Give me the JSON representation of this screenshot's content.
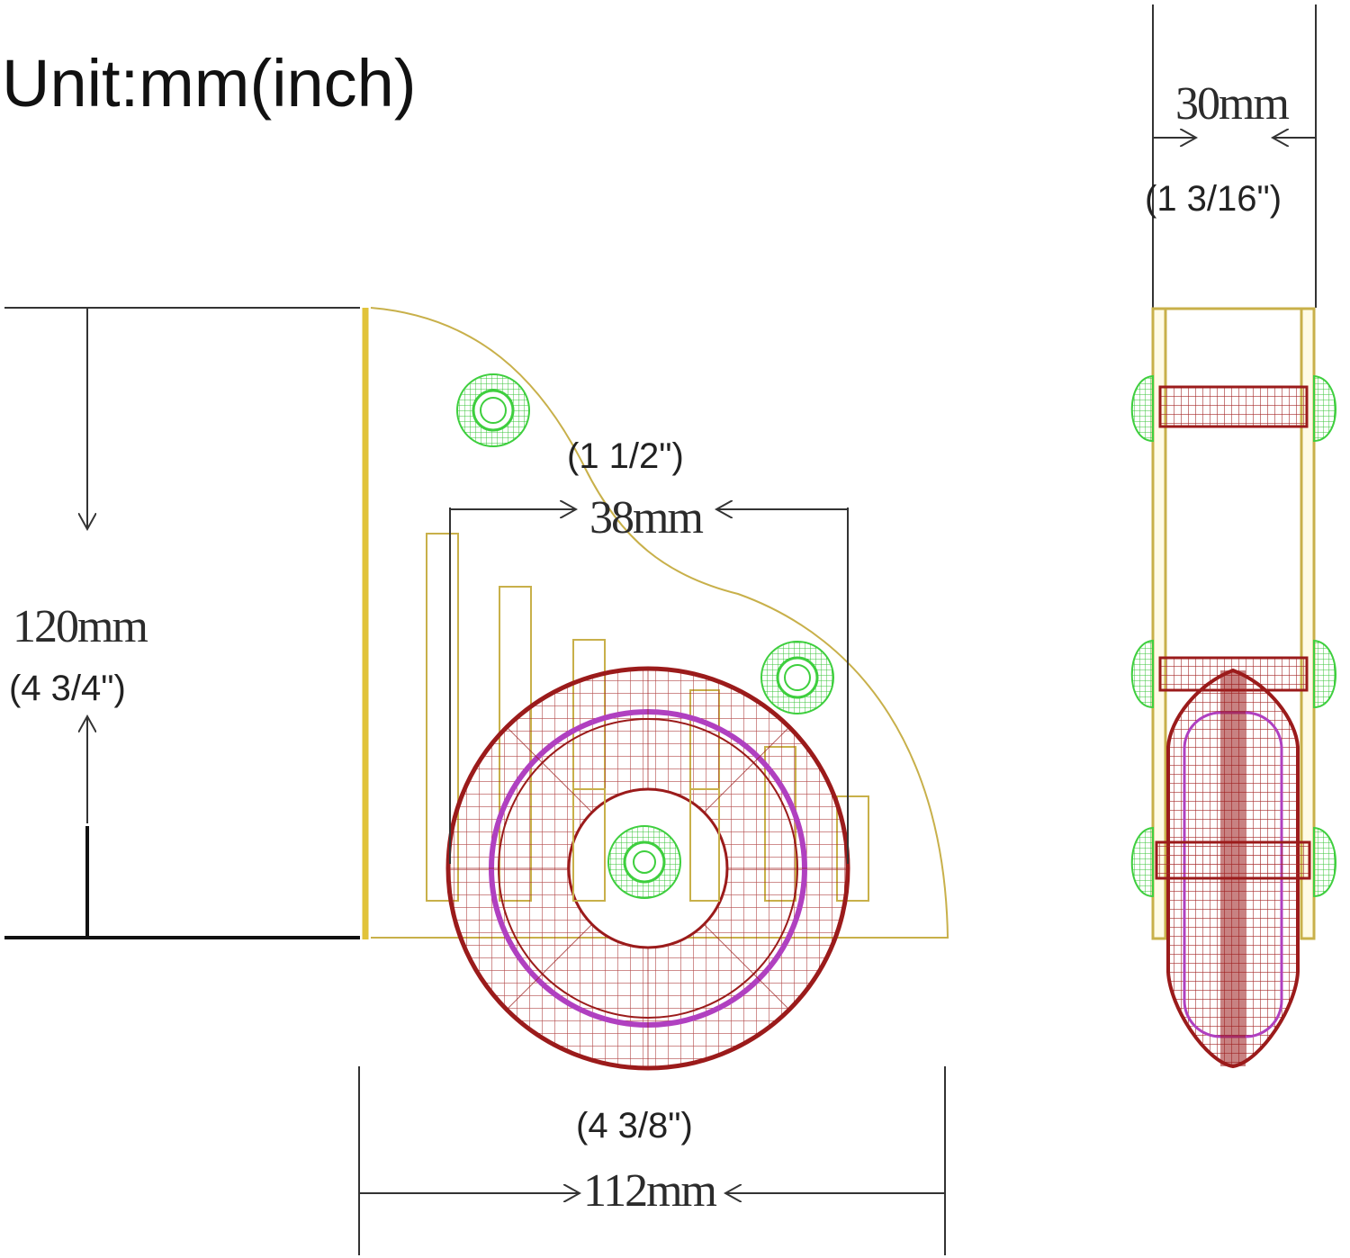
{
  "title": "Unit:mm(inch)",
  "dimensions": {
    "height": {
      "mm": "120mm",
      "inch": "(4 3/4\")"
    },
    "width": {
      "mm": "112mm",
      "inch": "(4 3/8\")"
    },
    "hole_spacing": {
      "mm": "38mm",
      "inch": "(1 1/2\")"
    },
    "thickness": {
      "mm": "30mm",
      "inch": "(1 3/16\")"
    }
  },
  "colors": {
    "plate": "#c8b04a",
    "wheel": "#9b1b1b",
    "wheel_inner": "#b040c0",
    "screws": "#3ecf3e",
    "dimension_lines": "#333333"
  }
}
